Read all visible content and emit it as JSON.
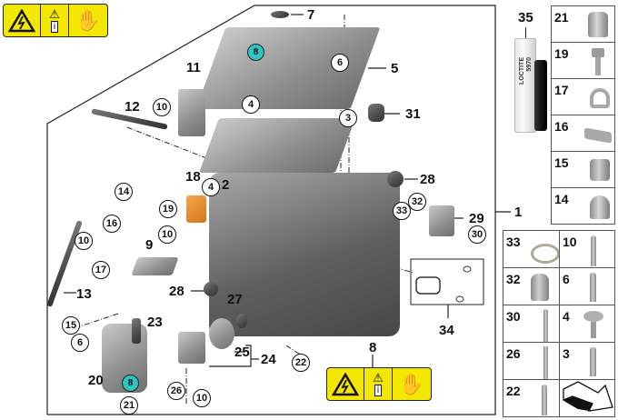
{
  "diagram": {
    "title": "Electric drive unit / power electronics parts diagram",
    "callouts": {
      "main_assembly": "1",
      "item_2": "2",
      "item_3": "3",
      "item_4a": "4",
      "item_4b": "4",
      "item_5": "5",
      "item_6a": "6",
      "item_6b": "6",
      "item_7": "7",
      "item_8_label": "8",
      "item_8_top": "8",
      "item_8_bottom": "8",
      "item_9": "9",
      "item_10a": "10",
      "item_10b": "10",
      "item_10c": "10",
      "item_10d": "10",
      "item_11": "11",
      "item_12": "12",
      "item_13": "13",
      "item_14": "14",
      "item_15": "15",
      "item_16": "16",
      "item_17": "17",
      "item_18": "18",
      "item_19": "19",
      "item_20": "20",
      "item_21": "21",
      "item_22": "22",
      "item_23": "23",
      "item_24": "24",
      "item_25": "25",
      "item_26": "26",
      "item_27": "27",
      "item_28a": "28",
      "item_28b": "28",
      "item_29": "29",
      "item_30": "30",
      "item_31": "31",
      "item_32": "32",
      "item_33": "33",
      "item_34": "34",
      "item_35": "35"
    },
    "sealant_tube": {
      "brand": "LOCTITE",
      "product": "5970"
    },
    "warning_label": {
      "icons": [
        "high-voltage-icon",
        "caution-triangle-icon",
        "manual-book-icon",
        "info-icon",
        "electric-hand-icon"
      ],
      "info_glyph": "i",
      "color": "#f3e600"
    },
    "highlight_color_teal": "#2ec4c4",
    "highlight_color_orange": "#e8892a",
    "right_column": [
      "21",
      "19",
      "17",
      "16",
      "15",
      "14"
    ],
    "lower_grid": [
      [
        "33",
        "10"
      ],
      [
        "32",
        "6"
      ],
      [
        "30",
        "4"
      ],
      [
        "26",
        "3"
      ],
      [
        "22",
        ""
      ]
    ]
  }
}
